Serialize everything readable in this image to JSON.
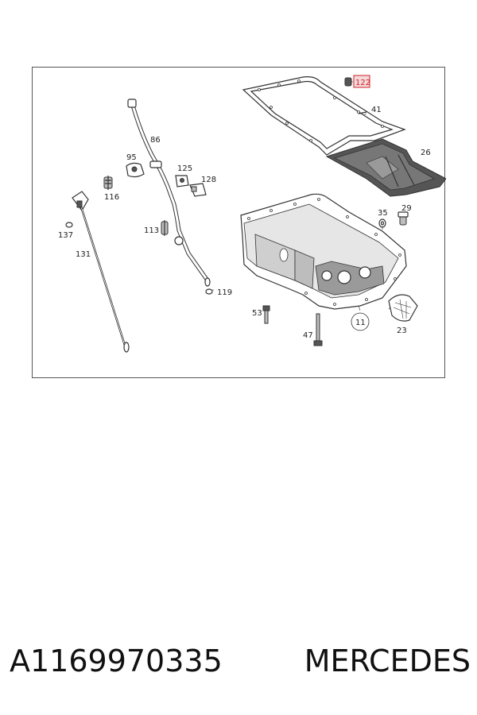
{
  "diagram": {
    "callouts": {
      "p122": "122",
      "p41": "41",
      "p26": "26",
      "p86": "86",
      "p95": "95",
      "p125": "125",
      "p128": "128",
      "p116": "116",
      "p113": "113",
      "p137": "137",
      "p131": "131",
      "p119": "119",
      "p35": "35",
      "p29": "29",
      "p53": "53",
      "p47": "47",
      "p11": "11",
      "p23": "23"
    },
    "highlight_color": "#d0202a"
  },
  "caption": {
    "part_number": "A1169970335",
    "brand": "MERCEDES"
  }
}
